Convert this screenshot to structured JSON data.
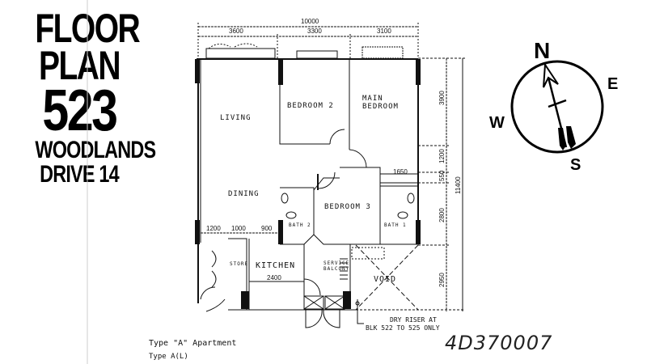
{
  "title": {
    "line1": "FLOOR",
    "line2": "PLAN",
    "line3": "523",
    "line4": "WOODLANDS",
    "line5": "DRIVE 14"
  },
  "rooms": {
    "living": "LIVING",
    "dining": "DINING",
    "bedroom2": "BEDROOM 2",
    "main_bedroom_1": "MAIN",
    "main_bedroom_2": "BEDROOM",
    "bedroom3": "BEDROOM 3",
    "bath2": "BATH 2",
    "bath1": "BATH 1",
    "kitchen": "KITCHEN",
    "store": "STORE",
    "service_balcony_1": "SERVICE",
    "service_balcony_2": "BALCONY",
    "void": "VOID"
  },
  "dimensions": {
    "total_width": "10000",
    "top_segments": [
      "3600",
      "3300",
      "3100"
    ],
    "right_segments": [
      "3900",
      "1200",
      "550",
      "2800",
      "2950"
    ],
    "total_height": "11400",
    "bed3_top": "1650",
    "kitchen_row": [
      "1200",
      "1000",
      "900"
    ],
    "kitchen_width": "2400"
  },
  "notes": {
    "dry_riser_1": "DRY RISER AT",
    "dry_riser_2": "BLK 522 TO 525 ONLY",
    "type_a": "Type \"A\" Apartment",
    "type_al": "Type A(L)",
    "handwritten_code": "4D370007"
  },
  "compass": {
    "n": "N",
    "e": "E",
    "s": "S",
    "w": "W"
  }
}
